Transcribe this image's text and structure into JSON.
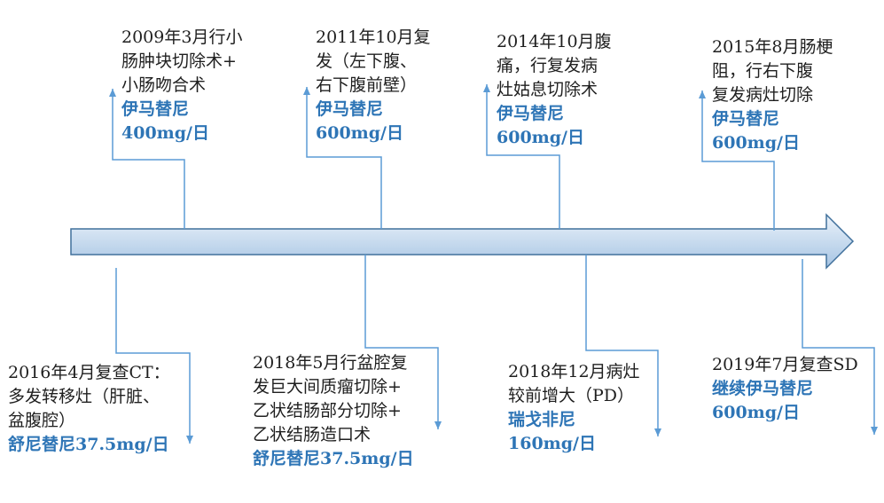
{
  "colors": {
    "drug_text": "#2e75b6",
    "body_text": "#1f1f1f",
    "connector": "#5b9bd5",
    "arrow_fill_light": "#eaf2fa",
    "arrow_fill_dark": "#a6c4e3",
    "arrow_stroke": "#41719c"
  },
  "events": [
    {
      "lines": [
        "2009年3月行小",
        "肠肿块切除术+",
        "小肠吻合术"
      ],
      "drug": "伊马替尼",
      "dose": "400mg/日"
    },
    {
      "lines": [
        "2011年10月复",
        "发（左下腹、",
        "右下腹前壁）"
      ],
      "drug": "伊马替尼",
      "dose": "600mg/日"
    },
    {
      "lines": [
        "2014年10月腹",
        "痛，行复发病",
        "灶姑息切除术"
      ],
      "drug": "伊马替尼",
      "dose": "600mg/日"
    },
    {
      "lines": [
        "2015年8月肠梗",
        "阻，行右下腹",
        "复发病灶切除"
      ],
      "drug": "伊马替尼",
      "dose": "600mg/日"
    },
    {
      "lines": [
        "2016年4月复查CT：",
        "多发转移灶（肝脏、",
        "盆腹腔）"
      ],
      "drug": "舒尼替尼37.5mg/日",
      "dose": ""
    },
    {
      "lines": [
        "2018年5月行盆腔复",
        "发巨大间质瘤切除+",
        "乙状结肠部分切除+",
        "乙状结肠造口术"
      ],
      "drug": "舒尼替尼37.5mg/日",
      "dose": ""
    },
    {
      "lines": [
        "2018年12月病灶",
        "较前增大（PD）"
      ],
      "drug": "瑞戈非尼",
      "dose": "160mg/日"
    },
    {
      "lines": [
        "2019年7月复查SD"
      ],
      "drug": "继续伊马替尼",
      "dose": "600mg/日"
    }
  ]
}
